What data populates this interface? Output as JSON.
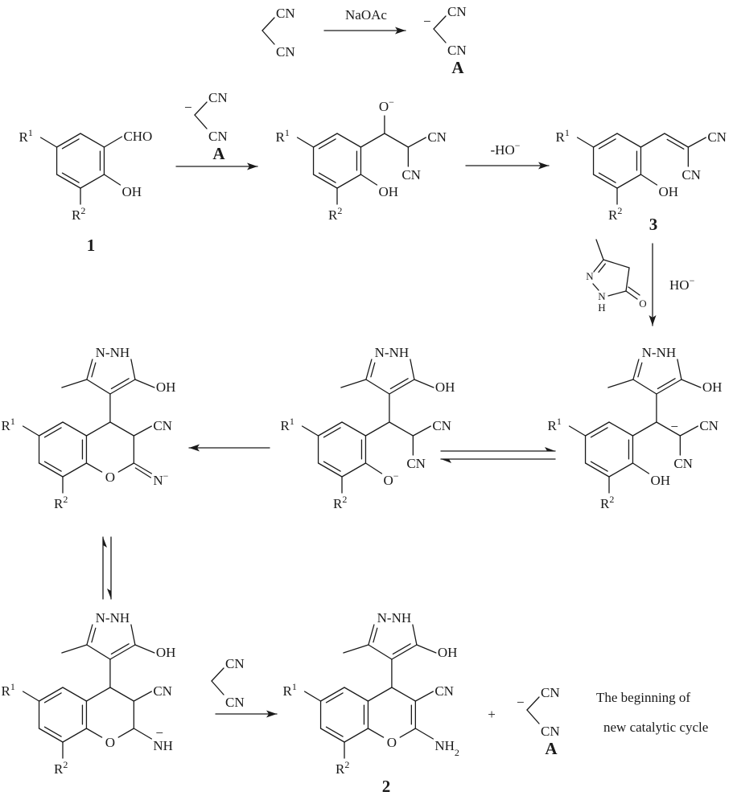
{
  "scheme": {
    "reagents": {
      "base": "NaOAc",
      "elimination": "-HO",
      "base_step": "HO"
    },
    "charges": {
      "minus": "−",
      "plus": "+"
    },
    "groups": {
      "CN": "CN",
      "CHO": "CHO",
      "OH": "OH",
      "O": "O",
      "N": "N",
      "NH": "NH",
      "H": "H",
      "N_NH": "N-NH",
      "R": "R",
      "NH2_main": "NH",
      "NH2_sub": "2"
    },
    "substituent_indices": {
      "one": "1",
      "two": "2"
    },
    "compounds": {
      "aldehyde": "1",
      "product": "2",
      "knoevenagel_adduct": "3",
      "anion": "A"
    },
    "note": {
      "line1": "The beginning of",
      "line2": "new catalytic cycle"
    }
  }
}
